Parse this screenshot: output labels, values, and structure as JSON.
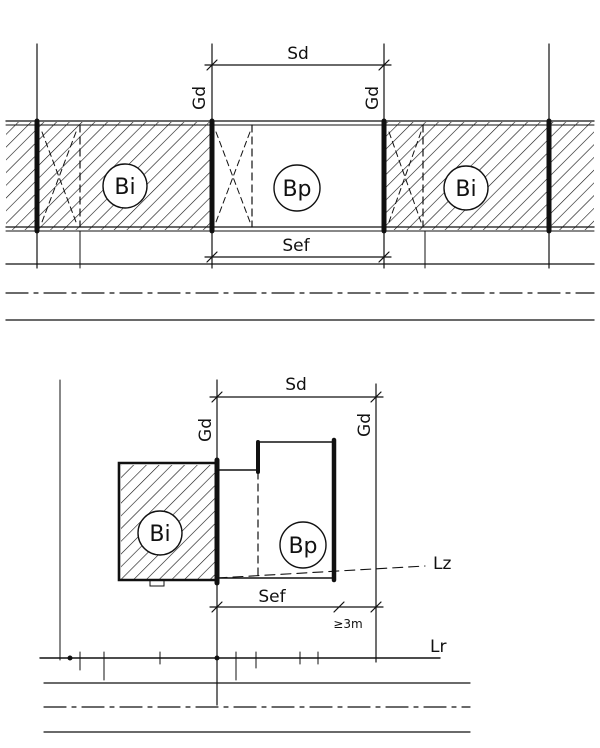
{
  "top": {
    "labels": {
      "sd": "Sd",
      "gd_left": "Gd",
      "gd_right": "Gd",
      "sef": "Sef",
      "bi_left": "Bi",
      "bp": "Bp",
      "bi_right": "Bi"
    }
  },
  "bottom": {
    "labels": {
      "sd": "Sd",
      "gd_left": "Gd",
      "gd_right": "Gd",
      "sef": "Sef",
      "bi": "Bi",
      "bp": "Bp",
      "lz": "Lz",
      "lr": "Lr",
      "min_dist": "≥3m"
    }
  },
  "colors": {
    "ink": "#111111",
    "paper": "#ffffff"
  }
}
